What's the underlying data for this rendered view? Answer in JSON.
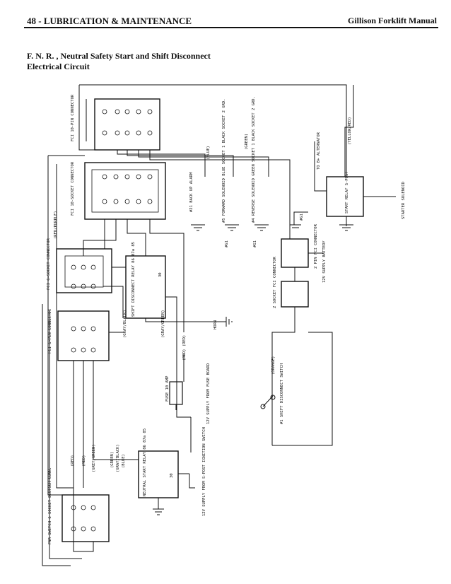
{
  "header": {
    "left": "48 - LUBRICATION & MAINTENANCE",
    "right": "Gillison Forklift Manual"
  },
  "title": {
    "line1": "F. N. R. , Neutral Safety Start and Shift Disconnect",
    "line2": "Electrical Circuit"
  },
  "labels": {
    "fci10pin": "FCI 10-PIN CONNECTOR",
    "fci10socket": "FCI 10-SOCKET CONNECTOR",
    "fci6socket": "FCI 6-SOCKET CONNECTOR",
    "fci6pin": "FCI 6-PIN CONNECTOR",
    "fnr": "FNR SWITCH 6 SOCKET DEUTSCH CONN.",
    "shiftRelay": "SHIFT DISCONNECT RELAY 86 87a 85",
    "shiftRelay30": "30",
    "neutralRelay": "NEUTRAL START RELAY 86 87a 85",
    "neutralRelay30": "30",
    "backup": "#21 BACK UP ALARM",
    "fwd": "#5 FORWARD SOLENOID BLUE SOCKET 1 BLACK SOCKET 2 GRD.",
    "rev": "#4 REVERSE SOLENOID GREEN SOCKET 1 BLACK SOCKET 2 GRD.",
    "g1a": "#G1",
    "g1b": "#G1",
    "g1c": "#G1",
    "blue": "(BLUE)",
    "green": "(GREEN)",
    "redpurple": "(RED/PURPLE)",
    "grayblack": "(GRAY/BLACK)",
    "graygreen": "(GRAY/GREEN)",
    "redred": "(RED) (RED)",
    "horn": "HORN",
    "fuse": "FUSE 10 AMP",
    "fuseSupply": "12V SUPPLY FROM FUSE BOARD",
    "ign": "12V SUPPLY FROM S-POST IGNITION SWITCH",
    "wire_red1": "(RED)",
    "wire_red2": "(RED)",
    "wire_greygreen": "(GREY/GREEN)",
    "wire_green": "(GREEN)",
    "wire_grayblack": "(GRAY/BLACK)",
    "wire_blue": "(BLUE)",
    "pinFci": "2 PIN FCI CONNECTOR",
    "battery": "12V SUPPLY BATTERY",
    "sockFci": "2 SOCKET FCI CONNECTOR",
    "orange": "(ORANGE)",
    "shiftSwitch": "#1 SHIFT DISCONNECT SWITCH",
    "alt": "TO B+ ALTERNATOR",
    "yellowred": "(YELLOW/RED)",
    "startRelay": "START RELAY S-POST",
    "starterSolenoid": "STARTER SOLENOID"
  }
}
